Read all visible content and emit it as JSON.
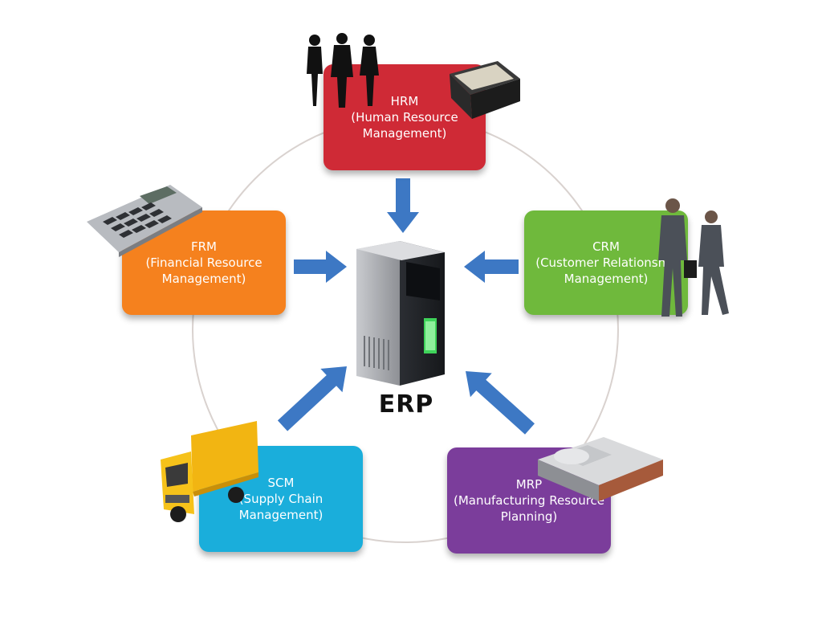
{
  "center": {
    "label": "ERP"
  },
  "modules": {
    "hrm": {
      "abbr": "HRM",
      "full": "(Human Resource Management)",
      "color": "#cf2a36"
    },
    "frm": {
      "abbr": "FRM",
      "full": "(Financial Resource Management)",
      "color": "#f5811e"
    },
    "crm": {
      "abbr": "CRM",
      "full": "(Customer Relationship Management)",
      "color": "#6fb93c"
    },
    "scm": {
      "abbr": "SCM",
      "full": "(Supply Chain Management)",
      "color": "#1aaedb"
    },
    "mrp": {
      "abbr": "MRP",
      "full": "(Manufacturing Resource Planning)",
      "color": "#7b3d9b"
    }
  },
  "icons": {
    "hrm": [
      "people-silhouettes-icon",
      "briefcase-icon"
    ],
    "frm": [
      "calculator-icon"
    ],
    "crm": [
      "businessmen-icon"
    ],
    "scm": [
      "truck-icon"
    ],
    "mrp": [
      "factory-building-icon"
    ],
    "center": [
      "server-icon"
    ]
  },
  "colors": {
    "arrow": "#3d78c4",
    "ring": "#d9d2cf"
  }
}
